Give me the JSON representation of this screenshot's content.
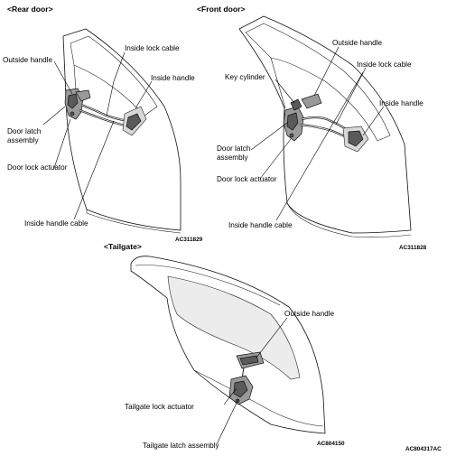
{
  "rear_door": {
    "title": "<Rear door>",
    "labels": {
      "outside_handle": "Outside handle",
      "inside_lock_cable": "Inside lock cable",
      "inside_handle": "Inside handle",
      "door_latch_line1": "Door latch",
      "door_latch_line2": "assembly",
      "door_lock_actuator": "Door lock actuator",
      "inside_handle_cable": "Inside handle cable"
    },
    "code": "AC311829"
  },
  "front_door": {
    "title": "<Front door>",
    "labels": {
      "outside_handle": "Outside handle",
      "key_cylinder": "Key cylinder",
      "inside_lock_cable": "Inside lock cable",
      "inside_handle": "Inside handle",
      "door_latch_line1": "Door latch",
      "door_latch_line2": "assembly",
      "door_lock_actuator": "Door lock actuator",
      "inside_handle_cable": "Inside handle cable"
    },
    "code": "AC311828"
  },
  "tailgate": {
    "title": "<Tailgate>",
    "labels": {
      "outside_handle": "Outside handle",
      "tailgate_lock_actuator": "Tailgate lock actuator",
      "tailgate_latch_assembly": "Tailgate latch assembly"
    },
    "code": "AC804150"
  },
  "figure_code": "AC804317AC"
}
